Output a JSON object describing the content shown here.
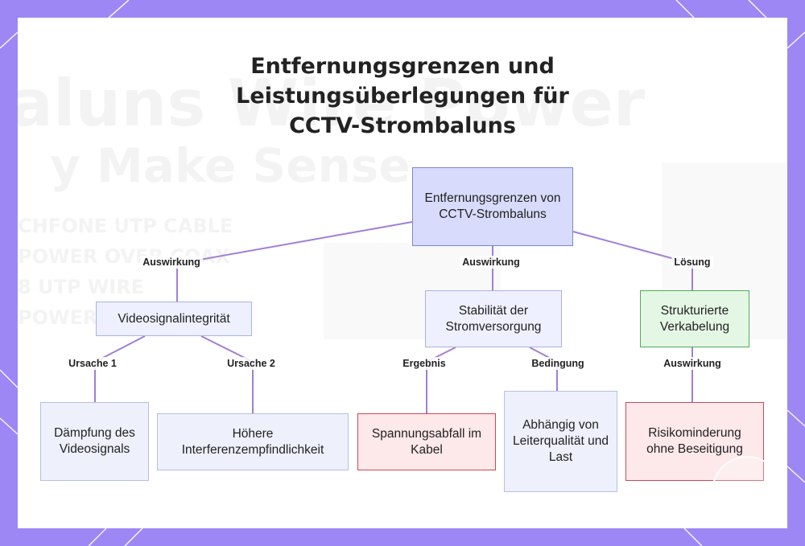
{
  "title": {
    "line1": "Entfernungsgrenzen und",
    "line2": "Leistungsüberlegungen für",
    "line3": "CCTV-Strombaluns"
  },
  "nodes": {
    "root": "Entfernungsgrenzen von CCTV-Strombaluns",
    "video_integrity": "Videosignalintegrität",
    "power_stability": "Stabilität der Stromversorgung",
    "structured_cabling": "Strukturierte Verkabelung",
    "attenuation": "Dämpfung des Videosignals",
    "interference": "Höhere Interferenzempfindlichkeit",
    "voltage_drop": "Spannungsabfall im Kabel",
    "conductor_dependency": "Abhängig von Leiterqualität und Last",
    "risk_mitigation": "Risikominderung ohne Beseitigung"
  },
  "edges": {
    "root_to_video": "Auswirkung",
    "root_to_power": "Auswirkung",
    "root_to_cabling": "Lösung",
    "video_to_attenuation": "Ursache 1",
    "video_to_interference": "Ursache 2",
    "power_to_voltage": "Ergebnis",
    "power_to_conductor": "Bedingung",
    "cabling_to_risk": "Auswirkung"
  },
  "colors": {
    "edge": "#a27ed6",
    "frame": "#9d87f5",
    "root_fill": "#d8dbfb",
    "green_border": "#4fae59",
    "red_border": "#c94a58"
  }
}
